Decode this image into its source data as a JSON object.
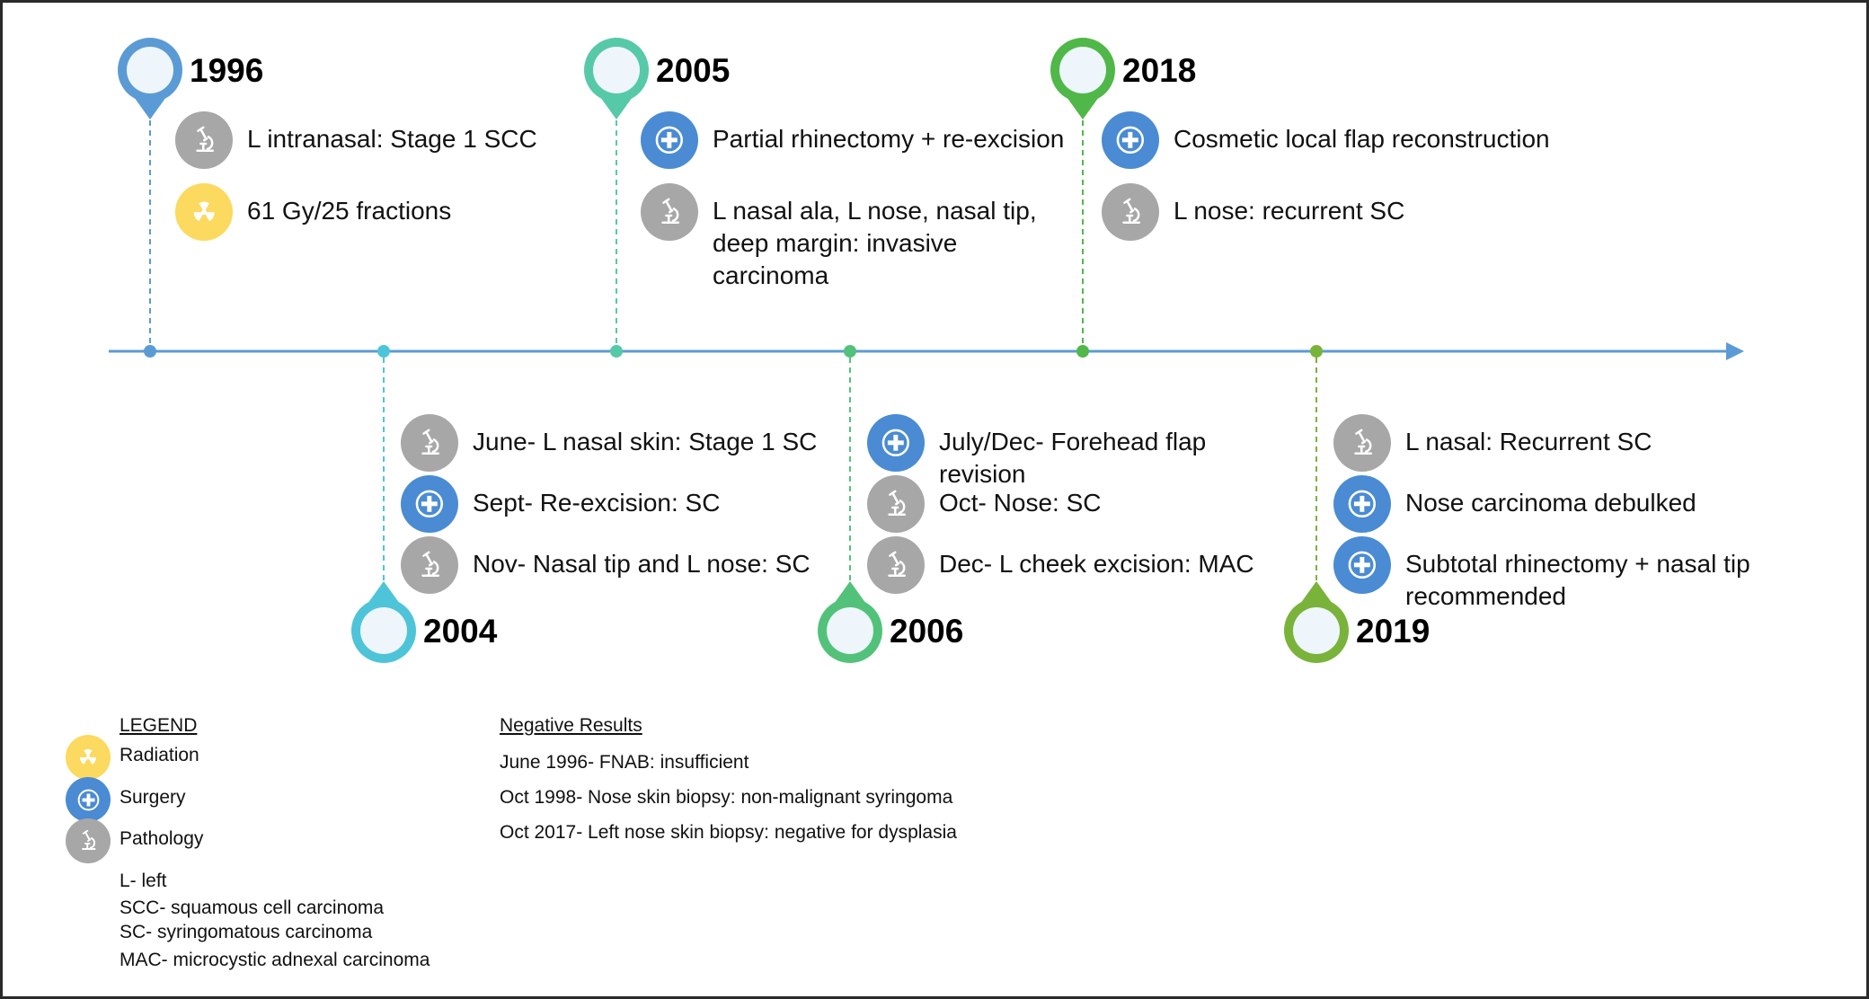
{
  "colors": {
    "axis": "#5b9bd5",
    "pathology": "#a7a7a7",
    "surgery": "#4a8bd3",
    "radiation": "#fcd95f",
    "pin_1996": "#5b9bd5",
    "pin_2004": "#4ec4d9",
    "pin_2005": "#56c9a8",
    "pin_2006": "#52c27a",
    "pin_2018": "#4fb848",
    "pin_2019": "#79b33a"
  },
  "icons": {
    "pathology": "microscope-icon",
    "surgery": "plus-circle-icon",
    "radiation": "radiation-icon"
  },
  "events": [
    {
      "year": "1996",
      "items": [
        {
          "type": "pathology",
          "text": "L intranasal: Stage 1 SCC"
        },
        {
          "type": "radiation",
          "text": "61 Gy/25 fractions"
        }
      ]
    },
    {
      "year": "2004",
      "items": [
        {
          "type": "pathology",
          "text": "June- L nasal skin: Stage 1 SC"
        },
        {
          "type": "surgery",
          "text": "Sept- Re-excision: SC"
        },
        {
          "type": "pathology",
          "text": "Nov- Nasal tip and L nose: SC"
        }
      ]
    },
    {
      "year": "2005",
      "items": [
        {
          "type": "surgery",
          "text": "Partial rhinectomy + re-excision"
        },
        {
          "type": "pathology",
          "text": "L nasal ala, L nose, nasal tip, deep margin: invasive carcinoma"
        }
      ]
    },
    {
      "year": "2006",
      "items": [
        {
          "type": "surgery",
          "text": "July/Dec- Forehead flap revision"
        },
        {
          "type": "pathology",
          "text": "Oct- Nose:  SC"
        },
        {
          "type": "pathology",
          "text": "Dec- L cheek excision: MAC"
        }
      ]
    },
    {
      "year": "2018",
      "items": [
        {
          "type": "surgery",
          "text": "Cosmetic local flap reconstruction"
        },
        {
          "type": "pathology",
          "text": "L nose: recurrent SC"
        }
      ]
    },
    {
      "year": "2019",
      "items": [
        {
          "type": "pathology",
          "text": "L nasal: Recurrent SC"
        },
        {
          "type": "surgery",
          "text": "Nose carcinoma debulked"
        },
        {
          "type": "surgery",
          "text": "Subtotal rhinectomy + nasal tip recommended"
        }
      ]
    }
  ],
  "legend": {
    "title": "LEGEND",
    "entries": [
      {
        "type": "radiation",
        "label": "Radiation"
      },
      {
        "type": "surgery",
        "label": "Surgery"
      },
      {
        "type": "pathology",
        "label": "Pathology"
      }
    ],
    "abbreviations": [
      "L- left",
      "SCC- squamous cell carcinoma",
      "SC- syringomatous carcinoma",
      "MAC- microcystic adnexal carcinoma"
    ]
  },
  "negative_results": {
    "title": "Negative Results",
    "lines": [
      "June 1996- FNAB: insufficient",
      "Oct 1998- Nose skin biopsy: non-malignant syringoma",
      "Oct 2017- Left nose skin biopsy: negative for dysplasia"
    ]
  }
}
